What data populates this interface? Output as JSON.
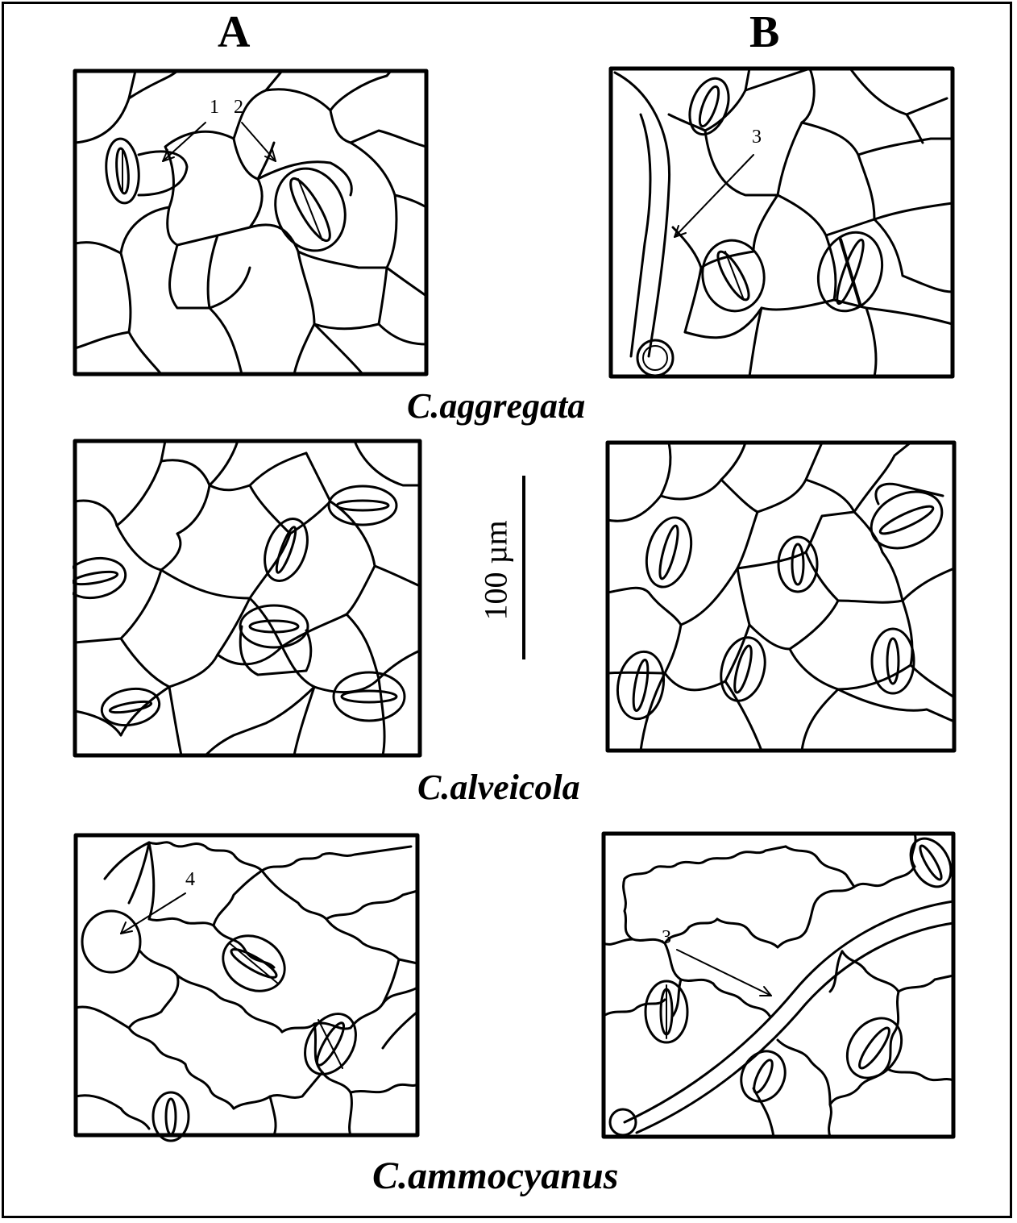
{
  "columns": {
    "a": "A",
    "b": "B"
  },
  "species": {
    "first": "C.aggregata",
    "second": "C.alveicola",
    "third": "C.ammocyanus"
  },
  "scale_bar": {
    "label": "100 µm"
  },
  "callouts": {
    "one": "1",
    "two": "2",
    "three": "3",
    "four": "4"
  }
}
